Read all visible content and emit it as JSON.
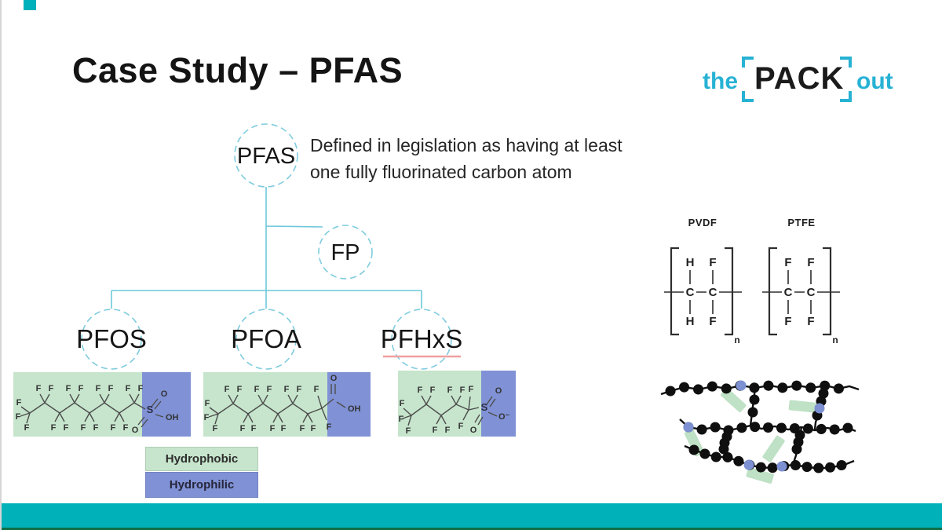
{
  "slide": {
    "title": "Case Study – PFAS",
    "colors": {
      "accent_teal": "#00b1ba",
      "logo_cyan": "#27b2d4",
      "tree_line": "#6cc8da",
      "hydrophobic_green": "#c6e5cc",
      "hydrophilic_blue": "#8092d5",
      "underline_red": "#f0a0a0"
    }
  },
  "logo": {
    "the": "the",
    "pack": "PACK",
    "out": "out"
  },
  "definition": {
    "line1": "Defined in legislation as having at least",
    "line2": "one fully fluorinated carbon atom"
  },
  "tree": {
    "root": "PFAS",
    "branch": "FP",
    "children": [
      "PFOS",
      "PFOA",
      "PFHxS"
    ]
  },
  "legend": {
    "hydrophobic": "Hydrophobic",
    "hydrophilic": "Hydrophilic"
  },
  "atoms": {
    "F": "F",
    "S": "S",
    "O": "O",
    "OH": "OH",
    "O_minus": "O⁻",
    "C": "C",
    "H": "H",
    "n": "n"
  },
  "polymer_units": {
    "pvdf": "PVDF",
    "ptfe": "PTFE"
  }
}
